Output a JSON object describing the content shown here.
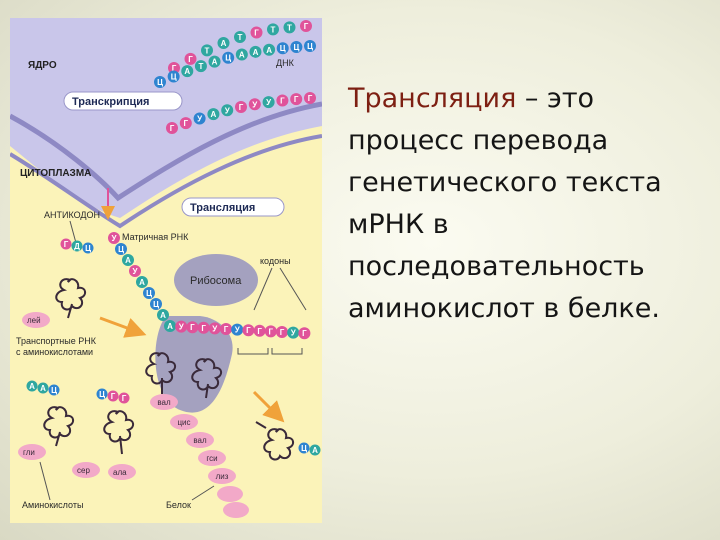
{
  "diagram": {
    "labels": {
      "nucleus": "ЯДРО",
      "dna": "ДНК",
      "transcription": "Транскрипция",
      "cytoplasm": "ЦИТОПЛАЗМА",
      "translation": "Трансляция",
      "anticodon": "АНТИКОДОН",
      "mrna": "Матричная РНК",
      "codons": "кодоны",
      "ribosome": "Рибосома",
      "trna_line1": "Транспортные РНК",
      "trna_line2": "с аминокислотами",
      "amino_acids": "Аминокислоты",
      "protein": "Белок"
    },
    "dna_top": [
      "Г",
      "Г",
      "Т",
      "А",
      "Т",
      "Г",
      "Т",
      "Т",
      "Г"
    ],
    "dna_bottom": [
      "Ц",
      "Ц",
      "А",
      "Т",
      "А",
      "Ц",
      "А",
      "А",
      "А",
      "Ц",
      "Ц",
      "Ц"
    ],
    "mrna_nucleus": [
      "Г",
      "Г",
      "У",
      "А",
      "У",
      "Г",
      "У",
      "У",
      "Г",
      "Г",
      "Г"
    ],
    "mrna_cyto": [
      "У",
      "Ц",
      "А",
      "У",
      "А",
      "Ц",
      "Ц",
      "А",
      "А",
      "У",
      "Г",
      "Г",
      "У",
      "Г",
      "У",
      "Г",
      "Г",
      "Г",
      "Г",
      "У",
      "Г"
    ],
    "trna_anticodons": [
      [
        "Г",
        "Д",
        "Ц"
      ],
      [
        "А",
        "А",
        "Ц"
      ],
      [
        "Ц",
        "Г",
        "Г"
      ],
      [
        "Ц",
        "А"
      ]
    ],
    "free_amino_acids": [
      "лей",
      "гли",
      "сер",
      "ала"
    ],
    "chain_amino_acids": [
      "вал",
      "цис",
      "вал",
      "гси",
      "лиз"
    ],
    "colors": {
      "nucleus": "#c9c6ea",
      "cytoplasm": "#fbf3b9",
      "bead_pink": "#e0539a",
      "bead_teal": "#2fa7a0",
      "bead_blue": "#2e84d0",
      "aa_bead": "#f2a9c8",
      "ribosome": "#a4a1bf",
      "arrow": "#f0a23a"
    }
  },
  "text": {
    "term": "Трансляция",
    "rest": " – это процесс перевода генетического текста мРНК в последовательность аминокислот в белке."
  }
}
